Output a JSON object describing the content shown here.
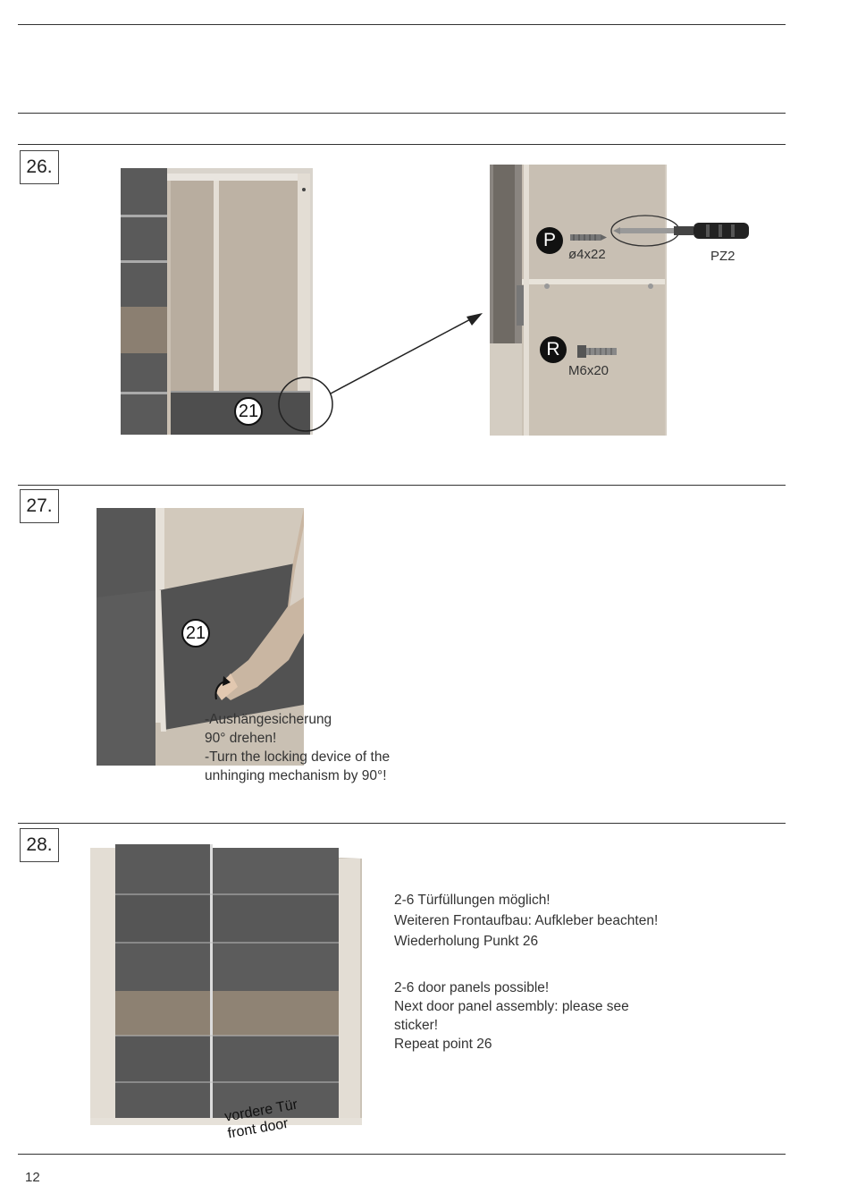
{
  "page_number": "12",
  "steps": [
    {
      "number": "26.",
      "part_label": "21",
      "hardware": [
        {
          "badge": "P",
          "size": "ø4x22"
        },
        {
          "badge": "R",
          "size": "M6x20"
        }
      ],
      "tool": "PZ2"
    },
    {
      "number": "27.",
      "part_label": "21",
      "instructions": [
        "-Aushängesicherung",
        "90° drehen!",
        "-Turn the locking device of the",
        "unhinging mechanism by 90°!"
      ]
    },
    {
      "number": "28.",
      "door_label_de": "vordere Tür",
      "door_label_en": "front door",
      "notes_de": [
        "2-6 Türfüllungen möglich!",
        "Weiteren Frontaufbau: Aufkleber beachten!",
        "Wiederholung Punkt 26"
      ],
      "notes_en": [
        "2-6 door panels possible!",
        "Next door panel assembly: please see",
        "sticker!",
        "Repeat point 26"
      ]
    }
  ]
}
